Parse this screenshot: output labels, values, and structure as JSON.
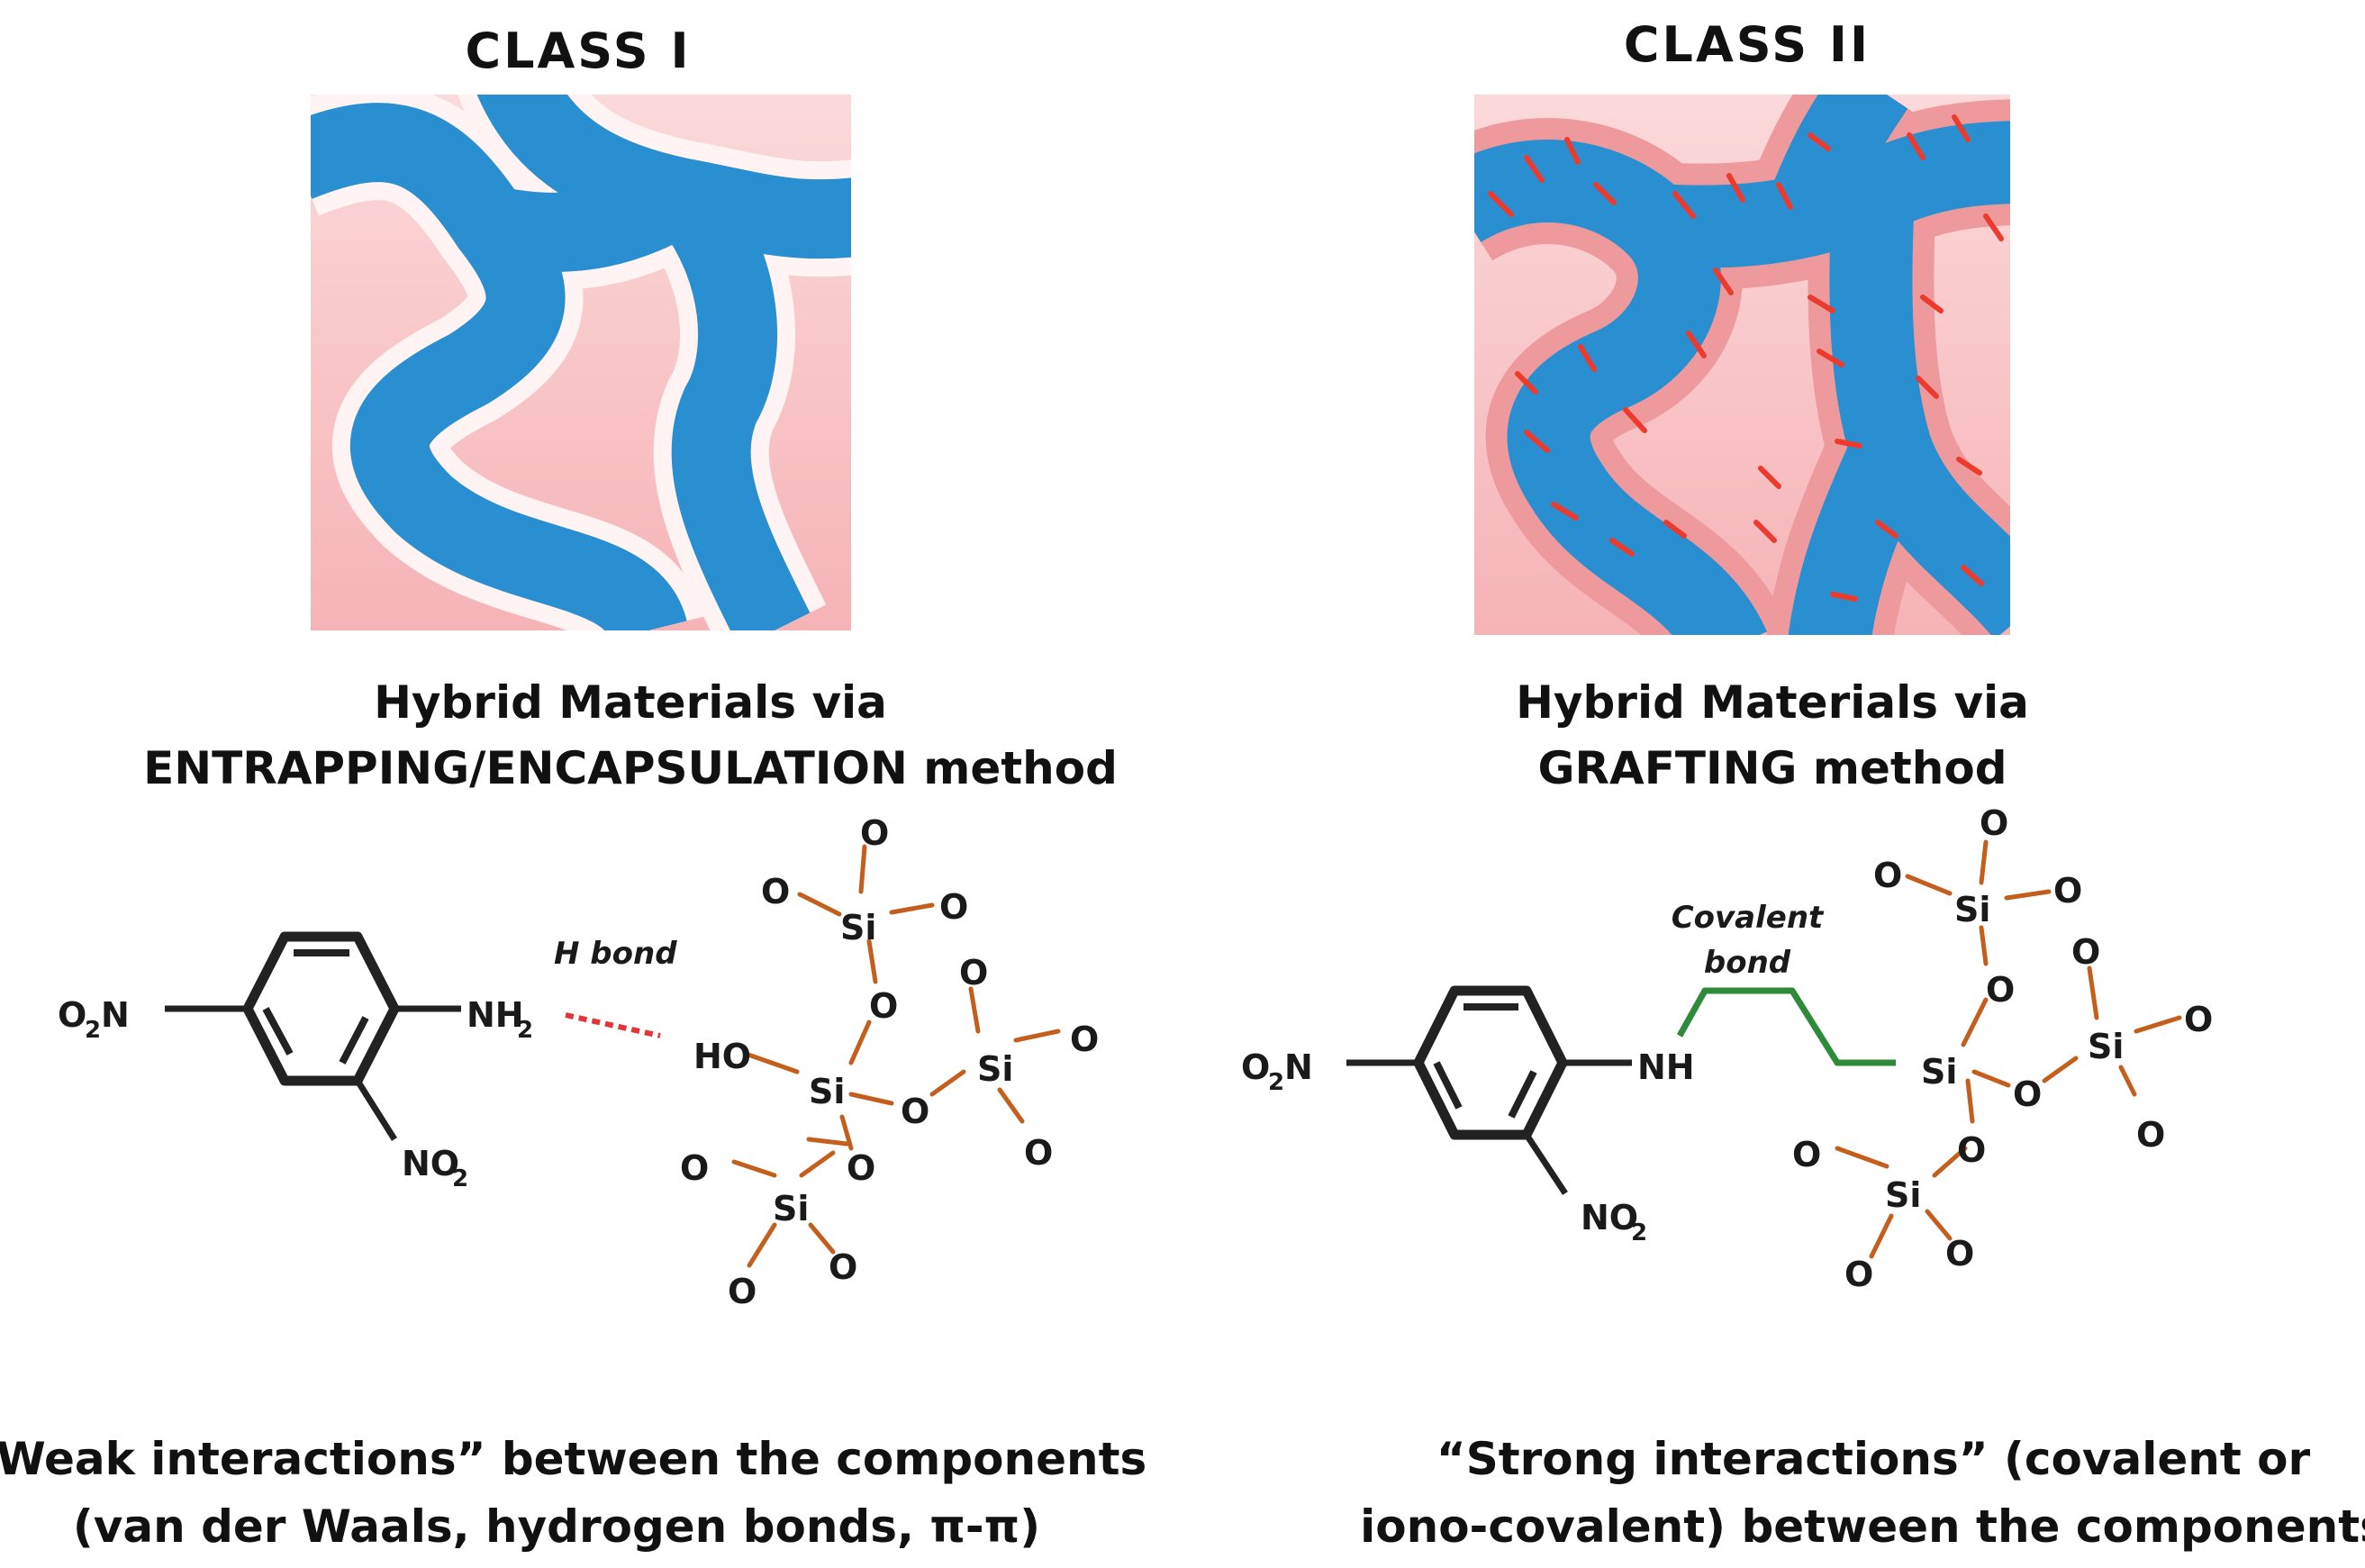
{
  "class1": {
    "title": "CLASS I",
    "caption_line1": "Hybrid Materials via",
    "caption_line2": "ENTRAPPING/ENCAPSULATION  method",
    "description_line1": "“Weak interactions” between the components",
    "description_line2": "(van der Waals, hydrogen bonds, π-π)",
    "molecule": {
      "nitro_left": "O",
      "nitro_left_sub": "2",
      "nitro_left_tail": "N",
      "amine": "NH",
      "amine_sub": "2",
      "nitro_bottom": "NO",
      "nitro_bottom_sub": "2",
      "bond_label": "H bond",
      "hydroxyl": "HO",
      "silicon": "Si",
      "oxygen": "O"
    }
  },
  "class2": {
    "title": "CLASS II",
    "caption_line1": "Hybrid Materials via",
    "caption_line2": "GRAFTING method",
    "description_line1": "“Strong interactions” (covalent or",
    "description_line2": "iono-covalent) between the components",
    "molecule": {
      "nitro_left": "O",
      "nitro_left_sub": "2",
      "nitro_left_tail": "N",
      "amine": "NH",
      "nitro_bottom": "NO",
      "nitro_bottom_sub": "2",
      "bond_label_line1": "Covalent",
      "bond_label_line2": "bond",
      "silicon": "Si",
      "oxygen": "O"
    }
  },
  "colors": {
    "matrix_pink": "#f9c6c8",
    "network_blue": "#2a8fd0",
    "grafted_links": "#ec3a2c",
    "silica_bonds": "#c45e1d",
    "covalent_bond": "#2e8b3a",
    "h_bond": "#e2353a"
  }
}
